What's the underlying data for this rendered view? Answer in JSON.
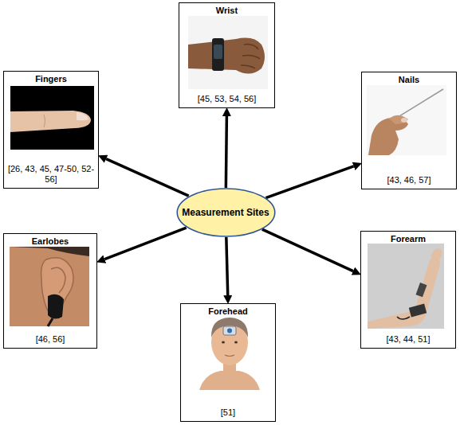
{
  "diagram": {
    "nodes": [
      {
        "text": [
          "Measurement Sites"
        ]
      },
      {
        "text": [
          "Wrist",
          "[45, 53, 54, 56]"
        ]
      },
      {
        "text": [
          "Fingers",
          "[26, 43, 45, 47-50, 52-56]"
        ]
      },
      {
        "text": [
          "Nails",
          "[43, 46, 57]"
        ]
      },
      {
        "text": [
          "Earlobes",
          "[46, 56]"
        ]
      },
      {
        "text": [
          "Forehead",
          "[51]"
        ]
      },
      {
        "text": [
          "Forearm",
          "[43, 44, 51]"
        ]
      }
    ],
    "edges": [
      {
        "from": 0,
        "to": 1,
        "arrow": "to"
      },
      {
        "from": 0,
        "to": 2,
        "arrow": "to"
      },
      {
        "from": 0,
        "to": 3,
        "arrow": "to"
      },
      {
        "from": 0,
        "to": 4,
        "arrow": "to"
      },
      {
        "from": 0,
        "to": 5,
        "arrow": "to"
      },
      {
        "from": 0,
        "to": 6,
        "arrow": "to"
      }
    ]
  }
}
